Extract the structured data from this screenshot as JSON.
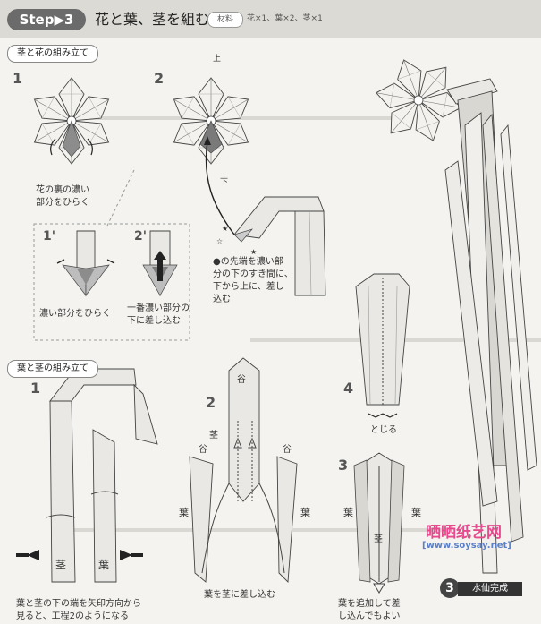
{
  "header": {
    "step_label": "Step▶3",
    "title": "花と葉、茎を組む",
    "materials_label": "材料",
    "materials_text": "花×1、葉×2、茎×1"
  },
  "section1": {
    "label": "茎と花の組み立て",
    "step1_num": "1",
    "step2_num": "2",
    "step1_caption_l1": "花の裏の濃い",
    "step1_caption_l2": "部分をひらく",
    "top_label": "上",
    "bottom_label": "下",
    "step2_caption_l1": "●の先端を濃い部",
    "step2_caption_l2": "分の下のすき間に、",
    "step2_caption_l3": "下から上に、差し",
    "step2_caption_l4": "込む",
    "sub1_num": "1'",
    "sub2_num": "2'",
    "sub1_caption": "濃い部分をひらく",
    "sub2_caption_l1": "一番濃い部分の",
    "sub2_caption_l2": "下に差し込む"
  },
  "section2": {
    "label": "葉と茎の組み立て",
    "step1_num": "1",
    "step2_num": "2",
    "step3_num": "3",
    "step4_num": "4",
    "stem_label": "茎",
    "leaf_label": "葉",
    "valley_label": "谷",
    "step1_caption_l1": "葉と茎の下の端を矢印方向から",
    "step1_caption_l2": "見ると、工程2のようになる",
    "step2_caption": "葉を茎に差し込む",
    "step3_caption_l1": "葉を追加して差",
    "step3_caption_l2": "し込んでもよい",
    "step4_caption": "とじる"
  },
  "final": {
    "num": "3",
    "label": "水仙完成"
  },
  "watermark": {
    "title": "晒晒纸艺网",
    "url": "[www.soysay.net]"
  },
  "colors": {
    "header_bg": "#dcdad4",
    "badge_bg": "#6b6b6b",
    "paper_dark": "#8c8c8c",
    "paper_mid": "#bdbdbd",
    "paper_light": "#e9e8e4",
    "watermark_pink": "#e64a8c",
    "watermark_blue": "#5a7fc8"
  }
}
